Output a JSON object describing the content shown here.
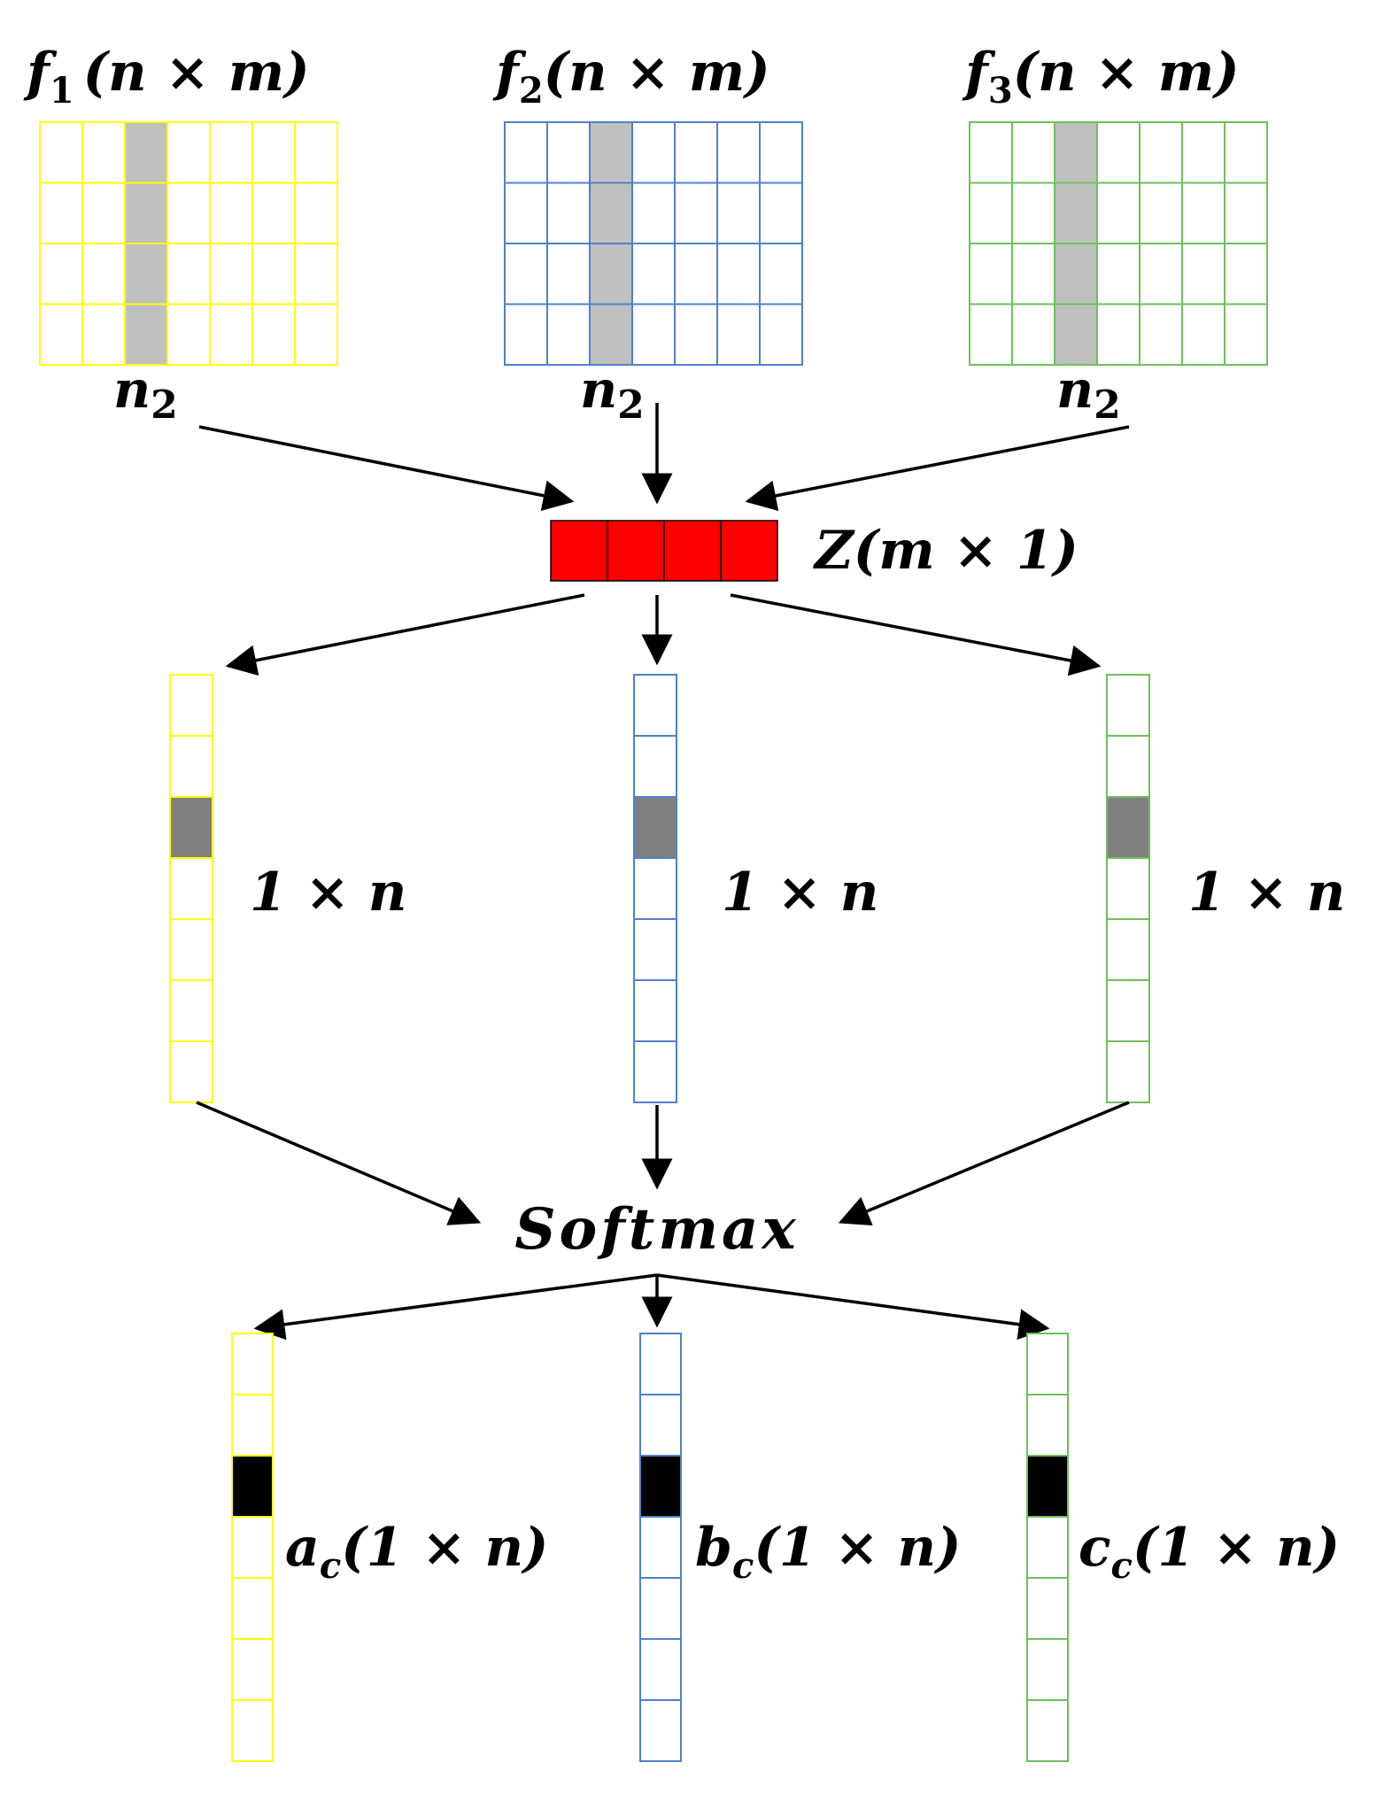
{
  "colors": {
    "f1": "#ffff00",
    "f2": "#4f81c8",
    "f3": "#6ec05a",
    "z_fill": "#ff0000",
    "highlight_light": "#c0c0c0",
    "highlight_dark": "#808080",
    "highlight_black": "#000000"
  },
  "matrices": {
    "rows": 4,
    "cols": 7,
    "highlight_col": 3,
    "items": [
      {
        "name": "f1",
        "symbol": "f",
        "sub": "1",
        "dims": "(n × m)",
        "col_label": "n",
        "col_label_sub": "2"
      },
      {
        "name": "f2",
        "symbol": "f",
        "sub": "2",
        "dims": "(n × m)",
        "col_label": "n",
        "col_label_sub": "2"
      },
      {
        "name": "f3",
        "symbol": "f",
        "sub": "3",
        "dims": "(n × m)",
        "col_label": "n",
        "col_label_sub": "2"
      }
    ]
  },
  "z_vector": {
    "cells": 4,
    "label": "Z(m × 1)"
  },
  "mid_vectors": {
    "cells": 7,
    "highlight_cell": 3,
    "label": "1 × n"
  },
  "softmax": {
    "label": "Softmax"
  },
  "out_vectors": {
    "cells": 7,
    "highlight_cell": 3,
    "items": [
      {
        "symbol": "a",
        "sub": "c",
        "dims": "(1 × n)"
      },
      {
        "symbol": "b",
        "sub": "c",
        "dims": "(1 × n)"
      },
      {
        "symbol": "c",
        "sub": "c",
        "dims": "(1 × n)"
      }
    ]
  }
}
